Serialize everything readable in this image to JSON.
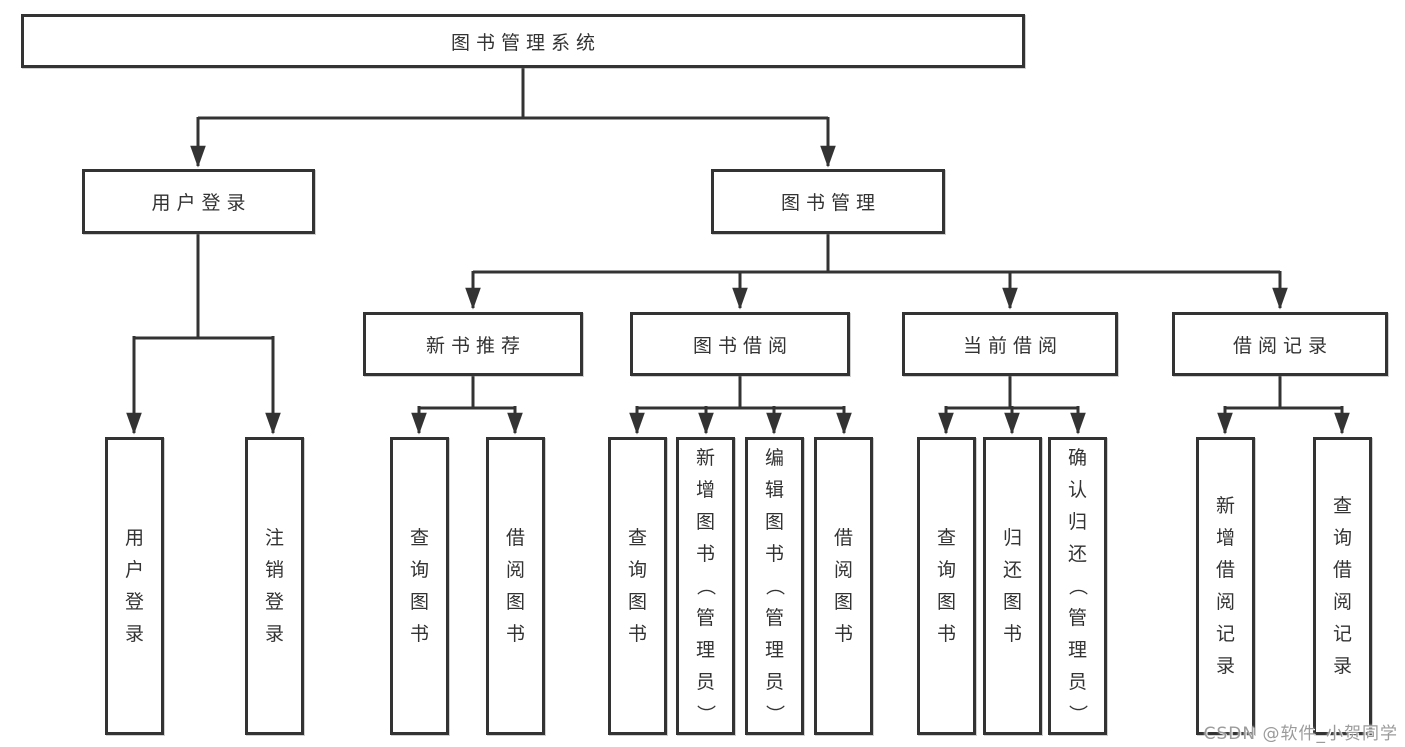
{
  "tree": {
    "title": "图书管理系统",
    "children": [
      {
        "label": "用户登录",
        "children": [
          "用户登录",
          "注销登录"
        ]
      },
      {
        "label": "图书管理",
        "children": [
          {
            "label": "新书推荐",
            "children": [
              "查询图书",
              "借阅图书"
            ]
          },
          {
            "label": "图书借阅",
            "children": [
              "查询图书",
              "新增图书（管理员）",
              "编辑图书（管理员）",
              "借阅图书"
            ]
          },
          {
            "label": "当前借阅",
            "children": [
              "查询图书",
              "归还图书",
              "确认归还（管理员）"
            ]
          },
          {
            "label": "借阅记录",
            "children": [
              "新增借阅记录",
              "查询借阅记录"
            ]
          }
        ]
      }
    ]
  },
  "colors": {
    "line": "#333333",
    "text": "#333333",
    "watermark": "#9b9b9b",
    "background": "#ffffff"
  },
  "watermark": {
    "text": "CSDN @软件_小贺同学"
  }
}
